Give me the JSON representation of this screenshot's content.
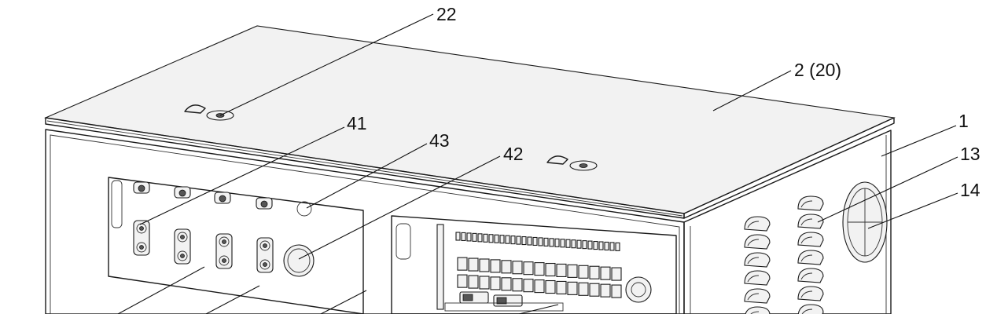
{
  "figure": {
    "reference_labels": [
      {
        "id": "ref-22",
        "text": "22"
      },
      {
        "id": "ref-2-20",
        "text": "2 (20)"
      },
      {
        "id": "ref-41",
        "text": "41"
      },
      {
        "id": "ref-43",
        "text": "43"
      },
      {
        "id": "ref-42",
        "text": "42"
      },
      {
        "id": "ref-1",
        "text": "1"
      },
      {
        "id": "ref-13",
        "text": "13"
      },
      {
        "id": "ref-14",
        "text": "14"
      }
    ]
  }
}
